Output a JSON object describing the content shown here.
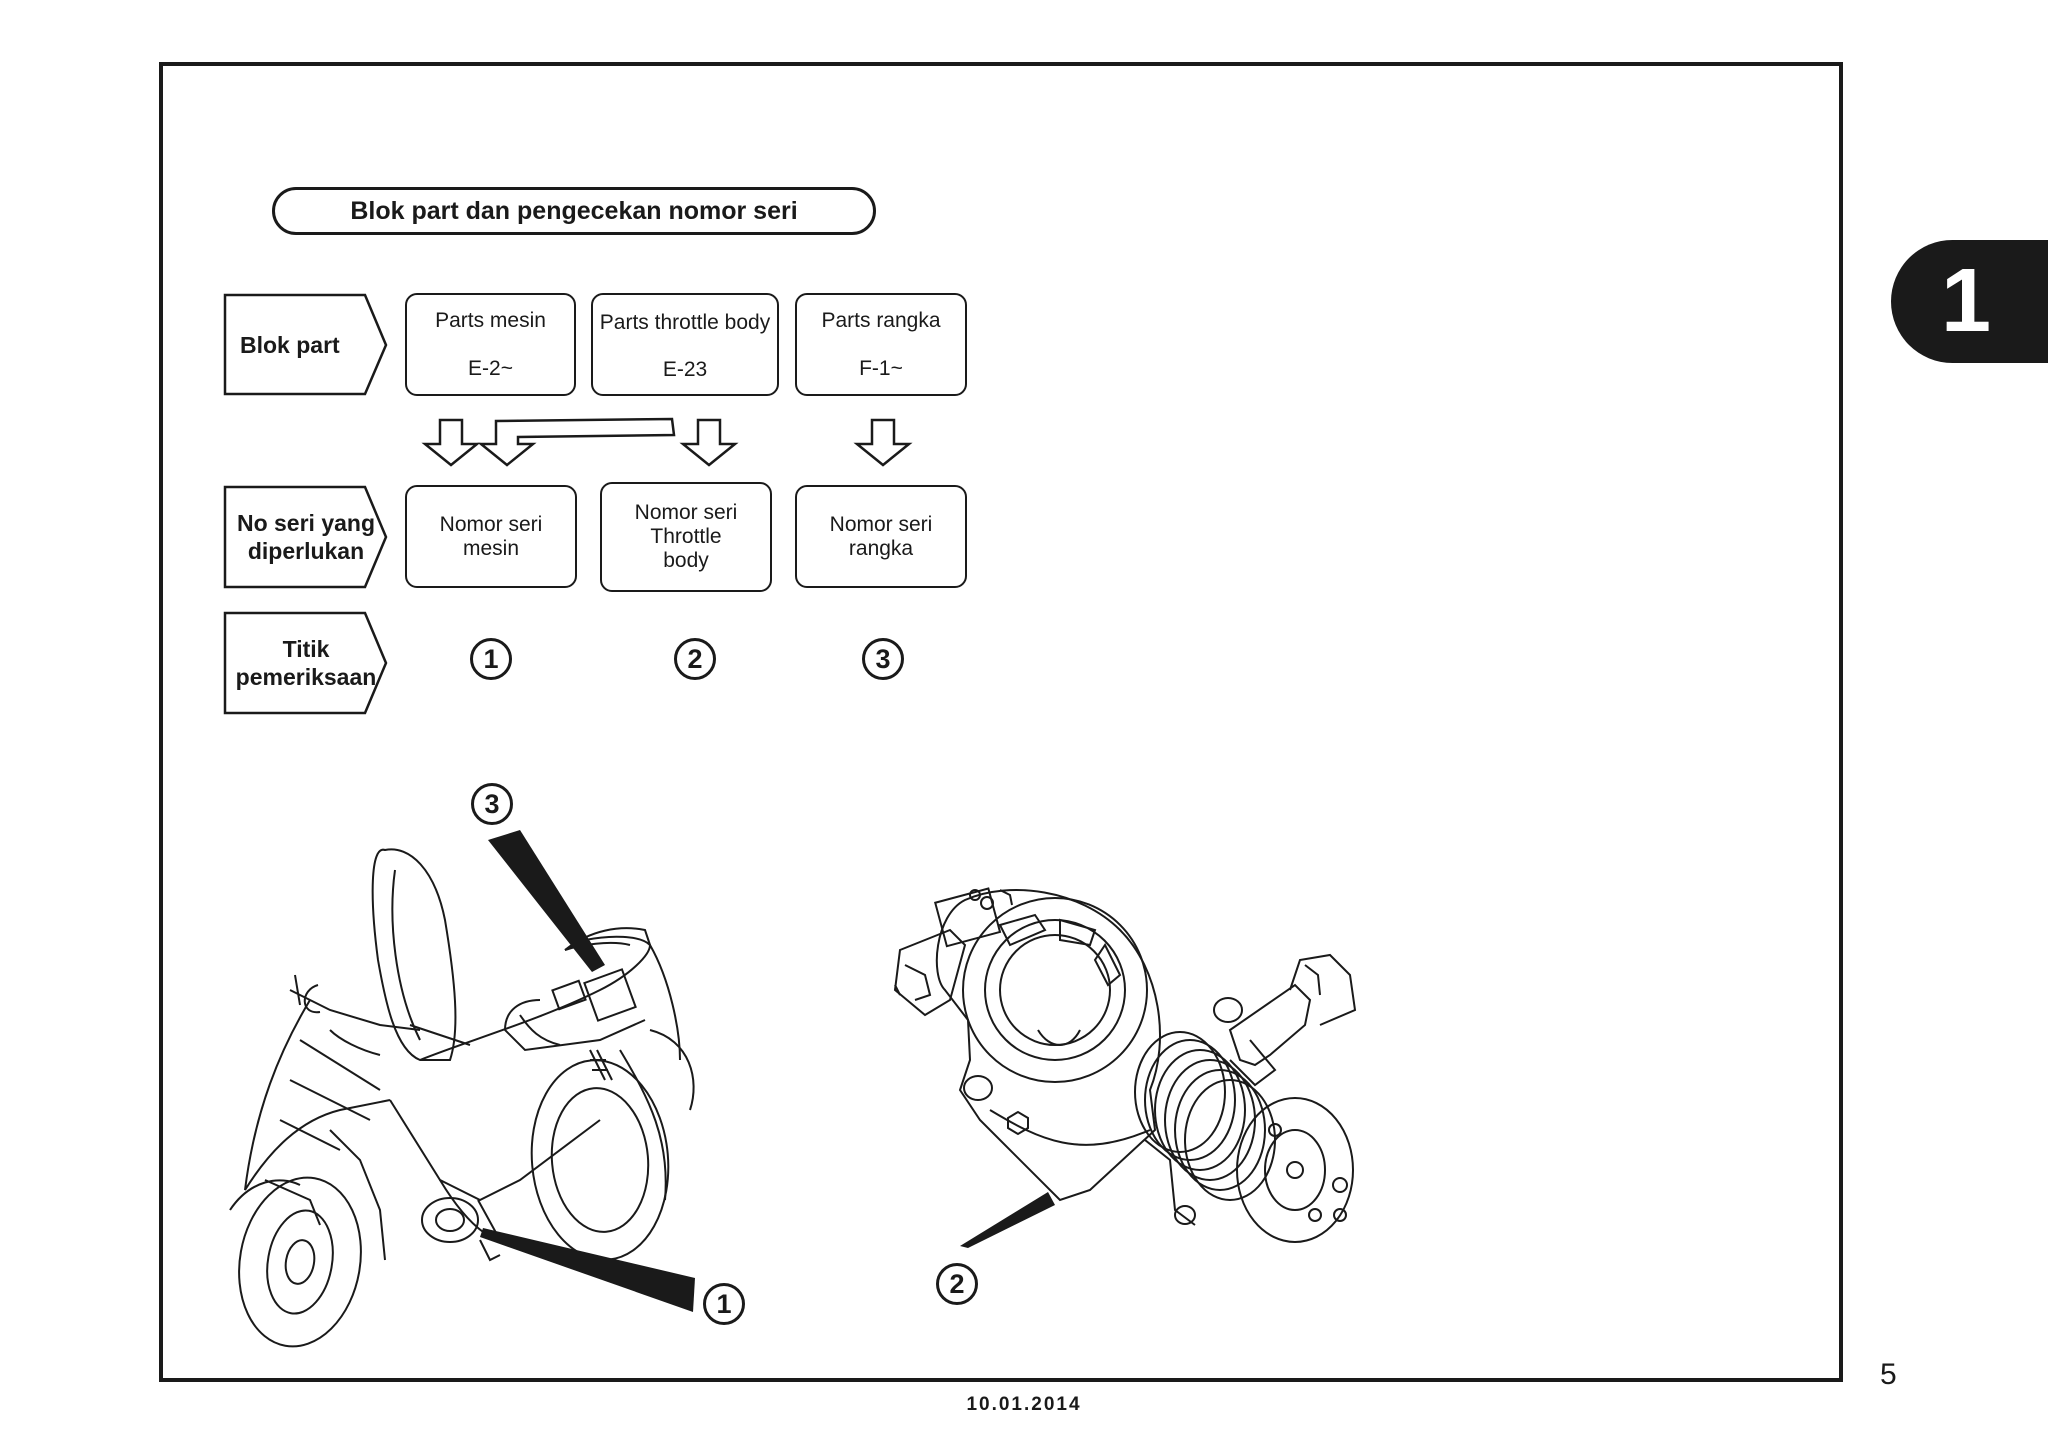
{
  "chapter_tab": "1",
  "page_number": "5",
  "footer_date": "10.01.2014",
  "title": "Blok part dan pengecekan nomor seri",
  "rows": {
    "blok_part": "Blok part",
    "no_seri": "No seri yang diperlukan",
    "titik": "Titik pemeriksaan"
  },
  "blocks": [
    {
      "name": "Parts mesin",
      "code": "E-2~"
    },
    {
      "name": "Parts throttle body",
      "code": "E-23"
    },
    {
      "name": "Parts rangka",
      "code": "F-1~"
    }
  ],
  "serials": [
    "Nomor seri mesin",
    "Nomor seri Throttle body",
    "Nomor seri rangka"
  ],
  "points": [
    "1",
    "2",
    "3"
  ],
  "callouts": {
    "frame": "3",
    "engine": "1",
    "throttle": "2"
  }
}
